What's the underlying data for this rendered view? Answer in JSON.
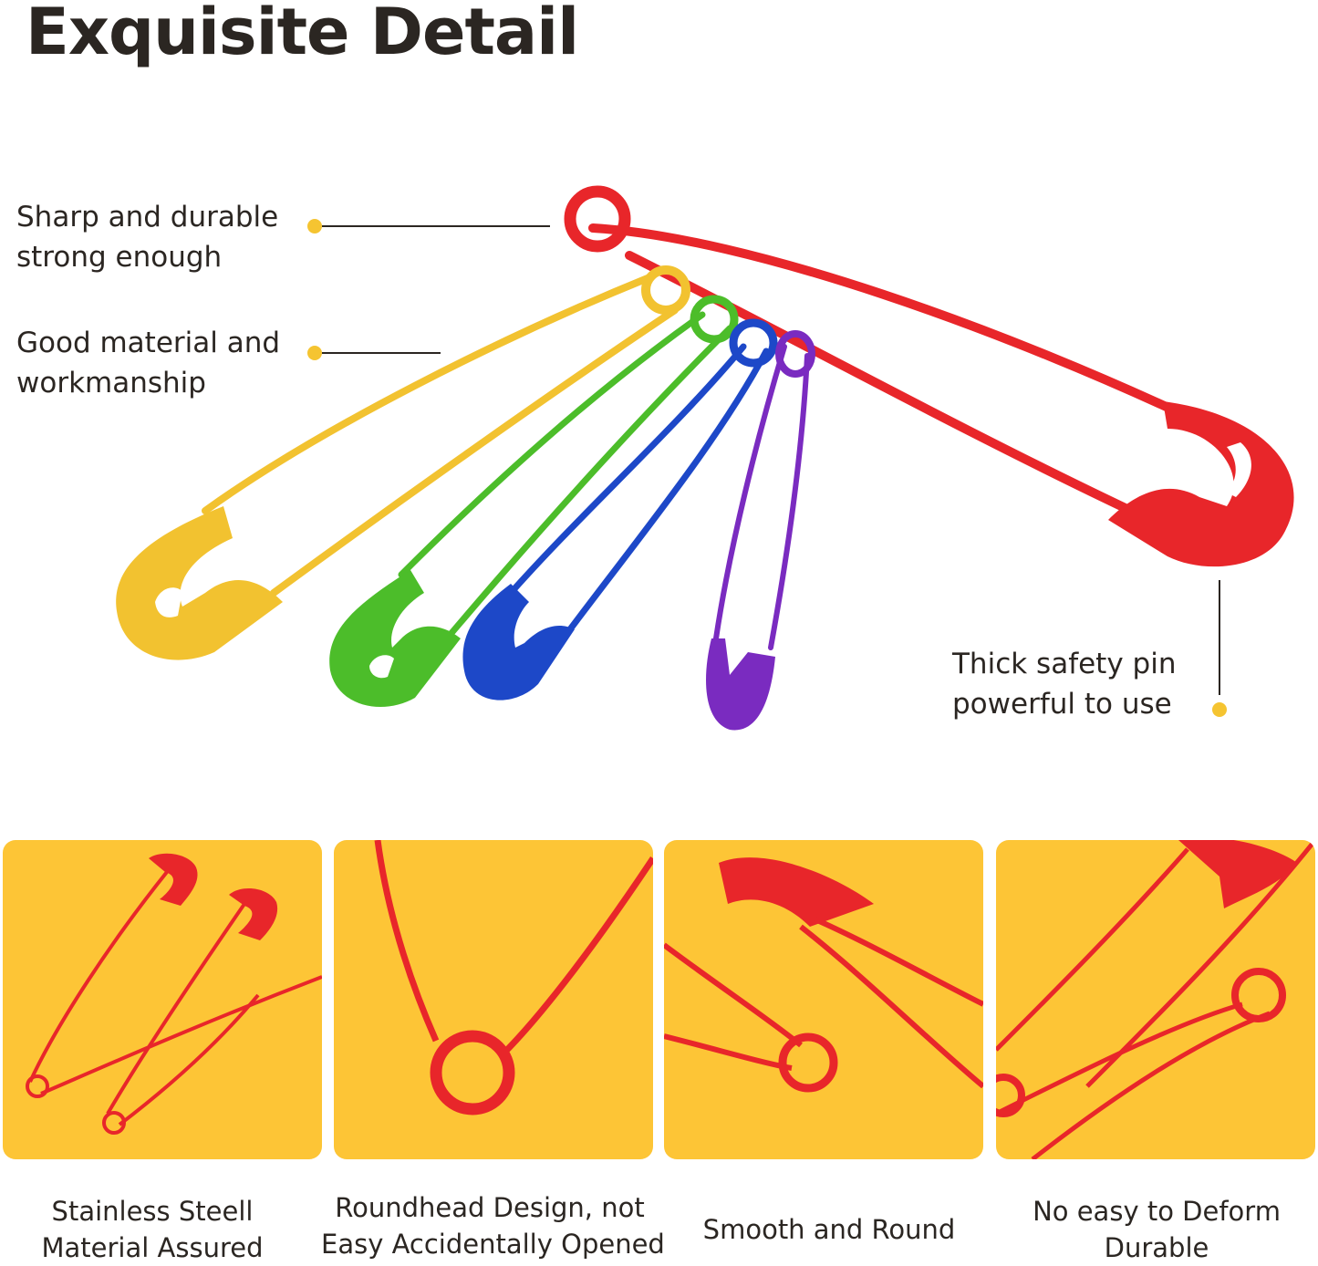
{
  "title": "Exquisite Detail",
  "callouts": {
    "sharp": {
      "line1": "Sharp and durable",
      "line2": "strong enough"
    },
    "material": {
      "line1": "Good material and",
      "line2": "workmanship"
    },
    "thick": {
      "line1": "Thick safety pin",
      "line2": "powerful to use"
    }
  },
  "features": [
    {
      "line1": "Stainless Steell",
      "line2": "Material Assured"
    },
    {
      "line1": "Roundhead Design, not",
      "line2": "Easy Accidentally Opened"
    },
    {
      "line1": "Smooth and Round",
      "line2": ""
    },
    {
      "line1": "No easy to Deform",
      "line2": "Durable"
    }
  ],
  "colors": {
    "accent_yellow": "#fdc536",
    "dot": "#f5c431",
    "pin_red": "#e8262a",
    "pin_gold": "#f2c230",
    "pin_green": "#4cbd2a",
    "pin_blue": "#1d48c8",
    "pin_purple": "#7a2bc0"
  },
  "images": {
    "hero": "colored-safety-pins-icon",
    "panel1": "two-safety-pins-icon",
    "panel2": "roundhead-coil-icon",
    "panel3": "smooth-clasp-icon",
    "panel4": "pin-closeup-icon"
  }
}
